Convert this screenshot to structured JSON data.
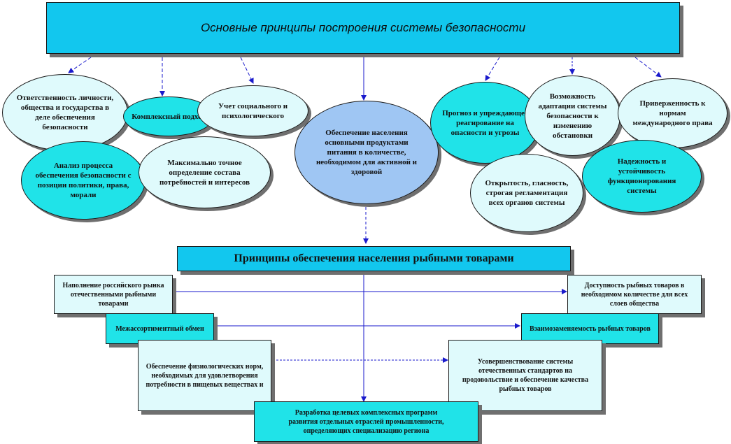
{
  "header": {
    "title": "Основные принципы построения системы безопасности"
  },
  "ellipses": [
    {
      "text": "Ответственность личности, общества и государства в деле обеспечения безопасности"
    },
    {
      "text": "Комплексный подход"
    },
    {
      "text": "Учет социального и психологического"
    },
    {
      "text": "Обеспечение населения основными продуктами питания в количестве, необходимом для активной и здоровой"
    },
    {
      "text": "Прогноз и упреждающее реагирование на опасности и угрозы"
    },
    {
      "text": "Возможность адаптации системы безопасности к изменению обстановки"
    },
    {
      "text": "Приверженность к нормам международного права"
    },
    {
      "text": "Анализ процесса обеспечения безопасности с позиции политики, права, морали"
    },
    {
      "text": "Максимально точное определение состава потребностей и интересов"
    },
    {
      "text": "Открытость, гласность, строгая регламентация всех органов системы"
    },
    {
      "text": "Надежность и устойчивость функционирования системы"
    }
  ],
  "section": {
    "title": "Принципы обеспечения населения рыбными товарами"
  },
  "principles": [
    {
      "text": "Наполнение российского рынка отечественными рыбными товарами"
    },
    {
      "text": "Доступность рыбных товаров в необходимом количестве для всех слоев общества"
    },
    {
      "text": "Межассортиментный обмен"
    },
    {
      "text": "Взаимозаменяемость рыбных товаров"
    },
    {
      "text": "Обеспечение физиологических норм, необходимых для удовлетворения потребности в пищевых веществах и"
    },
    {
      "text": "Усовершенствование системы отечественных стандартов на продовольствие и обеспечение качества рыбных товаров"
    },
    {
      "lines": [
        "Разработка целевых комплексных программ",
        "развития отдельных отраслей промышленности,",
        "определяющих специализацию региона"
      ]
    }
  ],
  "colors": {
    "header_fill": "#12c7ee",
    "ellipse_light": "#dffafc",
    "ellipse_teal": "#20e3e8",
    "ellipse_blue": "#9fc6f3",
    "box_light": "#dffafc",
    "box_teal": "#20e3e8",
    "arrow": "#1a1acc"
  }
}
